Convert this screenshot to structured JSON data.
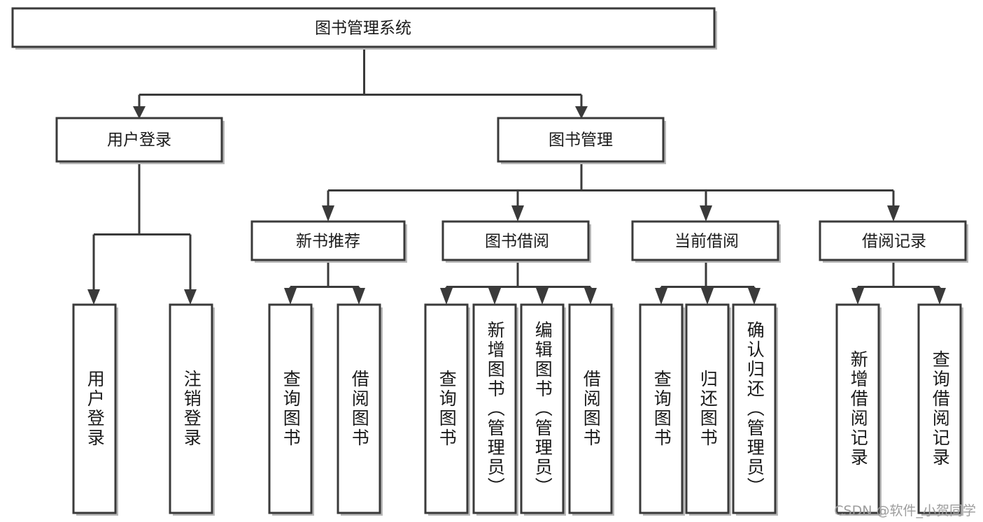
{
  "diagram": {
    "title": "图书管理系统",
    "type": "tree-hierarchy-diagram",
    "watermark": "CSDN @软件_小贺同学",
    "colors": {
      "stroke": "#3a3a3a",
      "fill": "#ffffff",
      "text": "#1a1a1a",
      "watermark": "#9d9d9d"
    },
    "root": {
      "id": "root",
      "label": "图书管理系统"
    },
    "level2": [
      {
        "id": "user-login",
        "label": "用户登录"
      },
      {
        "id": "book-management",
        "label": "图书管理"
      }
    ],
    "level3": [
      {
        "id": "new-book-recommend",
        "label": "新书推荐",
        "parent": "book-management"
      },
      {
        "id": "book-borrow",
        "label": "图书借阅",
        "parent": "book-management"
      },
      {
        "id": "current-borrow",
        "label": "当前借阅",
        "parent": "book-management"
      },
      {
        "id": "borrow-record",
        "label": "借阅记录",
        "parent": "book-management"
      }
    ],
    "leaves": [
      {
        "id": "leaf-user-login",
        "label": "用户登录",
        "parent": "user-login"
      },
      {
        "id": "leaf-logout",
        "label": "注销登录",
        "parent": "user-login"
      },
      {
        "id": "leaf-query-book-1",
        "label": "查询图书",
        "parent": "new-book-recommend"
      },
      {
        "id": "leaf-borrow-book-1",
        "label": "借阅图书",
        "parent": "new-book-recommend"
      },
      {
        "id": "leaf-query-book-2",
        "label": "查询图书",
        "parent": "book-borrow"
      },
      {
        "id": "leaf-add-book",
        "label": "新增图书（管理员）",
        "parent": "book-borrow"
      },
      {
        "id": "leaf-edit-book",
        "label": "编辑图书（管理员）",
        "parent": "book-borrow"
      },
      {
        "id": "leaf-borrow-book-2",
        "label": "借阅图书",
        "parent": "book-borrow"
      },
      {
        "id": "leaf-query-book-3",
        "label": "查询图书",
        "parent": "current-borrow"
      },
      {
        "id": "leaf-return-book",
        "label": "归还图书",
        "parent": "current-borrow"
      },
      {
        "id": "leaf-confirm-return",
        "label": "确认归还（管理员）",
        "parent": "current-borrow"
      },
      {
        "id": "leaf-add-record",
        "label": "新增借阅记录",
        "parent": "borrow-record"
      },
      {
        "id": "leaf-query-record",
        "label": "查询借阅记录",
        "parent": "borrow-record"
      }
    ]
  }
}
